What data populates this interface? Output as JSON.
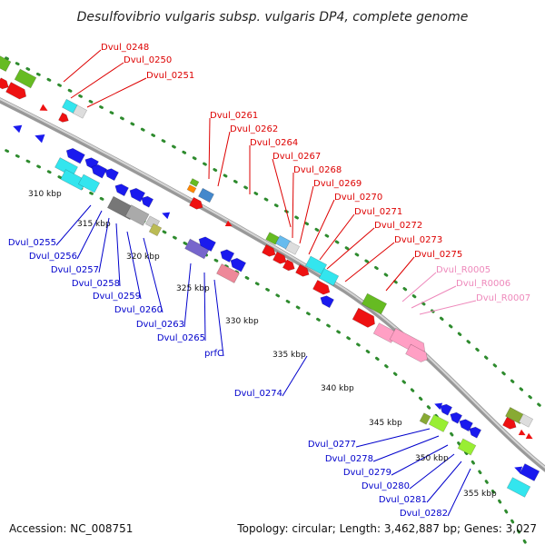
{
  "title": "Desulfovibrio vulgaris subsp. vulgaris DP4, complete genome",
  "footer": {
    "accession": "Accession: NC_008751",
    "summary": "Topology: circular; Length: 3,462,887 bp; Genes: 3,027"
  },
  "colors": {
    "backbone": "#8f8f8f",
    "tick_dots": "#2e8b2e",
    "forward_label": "#dd0000",
    "reverse_label": "#0000cc",
    "rna_label": "#ee88bb"
  },
  "scale_labels": [
    "310 kbp",
    "315 kbp",
    "320 kbp",
    "325 kbp",
    "330 kbp",
    "335 kbp",
    "340 kbp",
    "345 kbp",
    "350 kbp",
    "355 kbp"
  ],
  "forward_labels": [
    "Dvul_0248",
    "Dvul_0250",
    "Dvul_0251",
    "Dvul_0261",
    "Dvul_0262",
    "Dvul_0264",
    "Dvul_0267",
    "Dvul_0268",
    "Dvul_0269",
    "Dvul_0270",
    "Dvul_0271",
    "Dvul_0272",
    "Dvul_0273",
    "Dvul_0275"
  ],
  "rna_labels": [
    "Dvul_R0005",
    "Dvul_R0006",
    "Dvul_R0007"
  ],
  "reverse_labels": [
    "Dvul_0255",
    "Dvul_0256",
    "Dvul_0257",
    "Dvul_0258",
    "Dvul_0259",
    "Dvul_0260",
    "Dvul_0263",
    "Dvul_0265",
    "prfC",
    "Dvul_0274",
    "Dvul_0277",
    "Dvul_0278",
    "Dvul_0279",
    "Dvul_0280",
    "Dvul_0281",
    "Dvul_0282"
  ]
}
